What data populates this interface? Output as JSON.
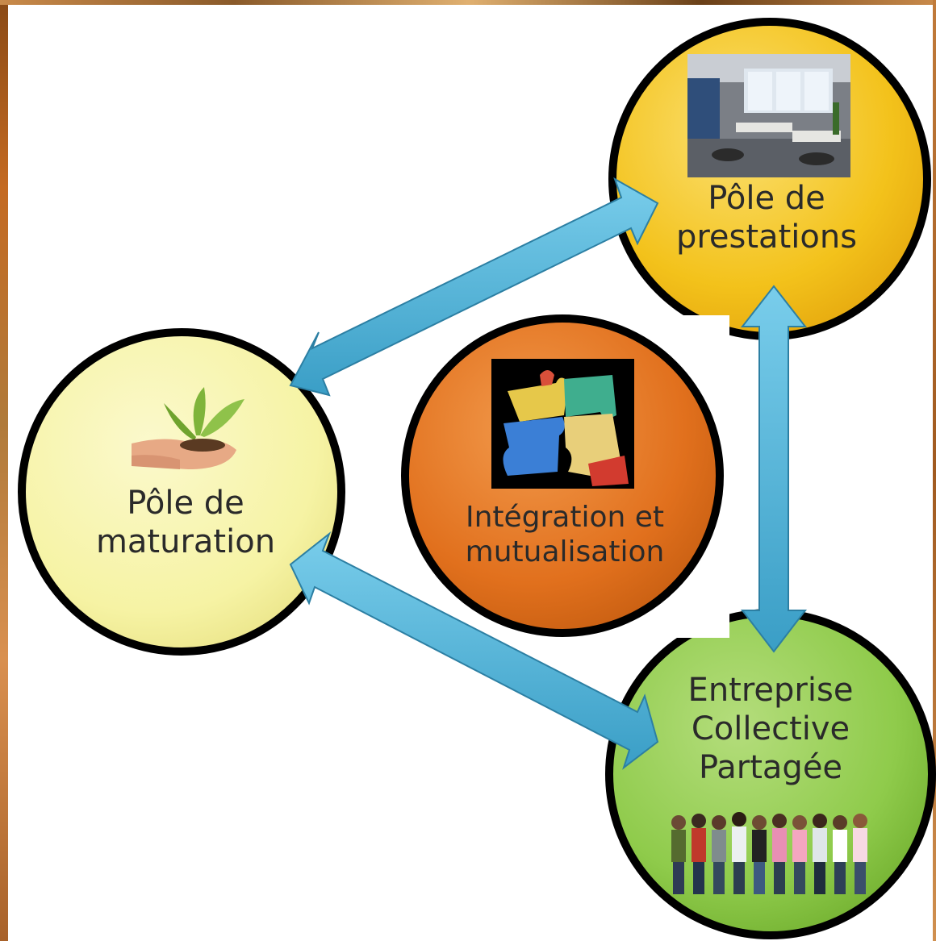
{
  "nodes": {
    "prestations": {
      "label": "Pôle de\nprestations",
      "color": "#f3c21b"
    },
    "maturation": {
      "label": "Pôle de\nmaturation",
      "color": "#f6f3a4"
    },
    "integration": {
      "label": "Intégration et\nmutualisation",
      "color": "#e1701d"
    },
    "entreprise": {
      "label": "Entreprise\nCollective\nPartagée",
      "color": "#8fcb4b"
    }
  },
  "arrow_color": "#4fb3d9",
  "images": {
    "office": "office-photo",
    "puzzle": "puzzle-pieces",
    "plant": "hands-with-seedling",
    "people": "group-of-people"
  }
}
